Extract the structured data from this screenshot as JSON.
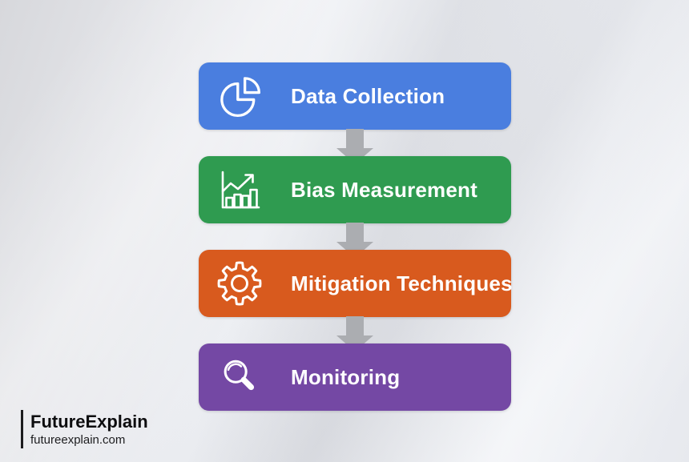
{
  "diagram": {
    "steps": [
      {
        "label": "Data Collection",
        "color": "#4a7edf",
        "icon": "pie-chart-icon"
      },
      {
        "label": "Bias Measurement",
        "color": "#2f9b50",
        "icon": "bar-chart-icon"
      },
      {
        "label": "Mitigation Techniques",
        "color": "#d85a1e",
        "icon": "gear-icon"
      },
      {
        "label": "Monitoring",
        "color": "#7448a4",
        "icon": "magnifier-icon"
      }
    ],
    "arrow_color": "#abadb1"
  },
  "branding": {
    "title": "FutureExplain",
    "subtitle": "futureexplain.com"
  }
}
